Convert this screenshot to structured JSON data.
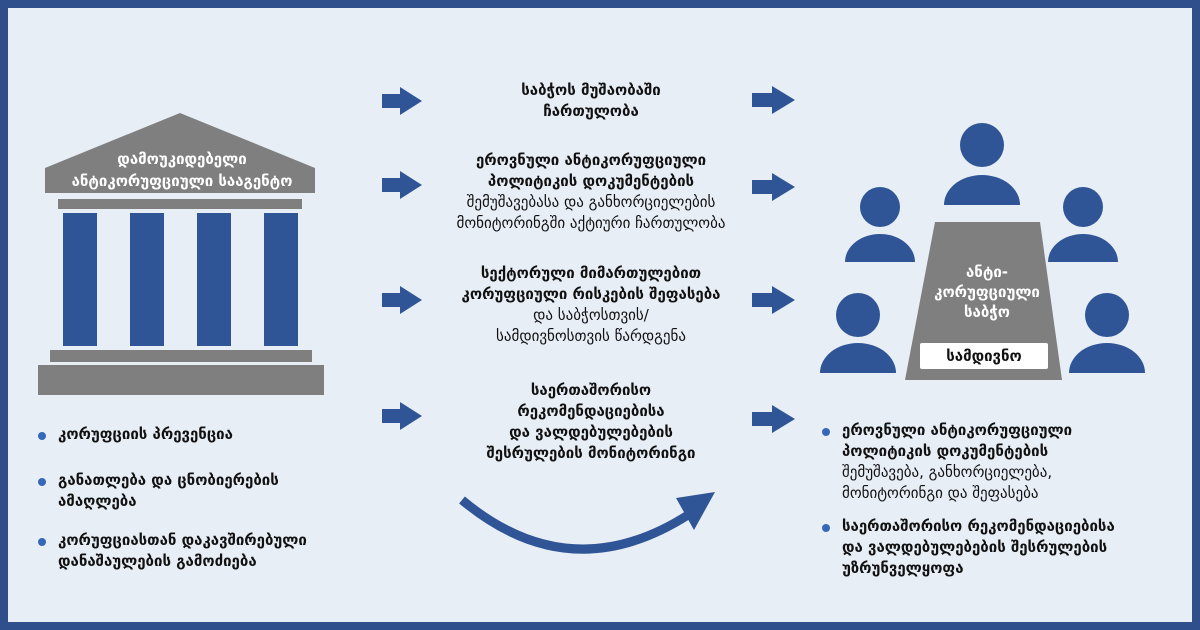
{
  "agency": {
    "label_line1": "დამოუკიდებელი",
    "label_line2": "ანტიკორუფციული სააგენტო",
    "functions": [
      {
        "line1": "კორუფციის პრევენცია",
        "line2": ""
      },
      {
        "line1": "განათლება და ცნობიერების",
        "line2": "ამაღლება"
      },
      {
        "line1": "კორუფციასთან დაკავშირებული",
        "line2": "დანაშაულების გამოძიება"
      }
    ]
  },
  "flows": [
    {
      "bold1": "საბჭოს მუშაობაში",
      "bold2": "ჩართულობა",
      "normal1": "",
      "normal2": ""
    },
    {
      "bold1": "ეროვნული ანტიკორუფციული",
      "bold2": "პოლიტიკის დოკუმენტების",
      "normal1": "შემუშავებასა და განხორციელების",
      "normal2": "მონიტორინგში აქტიური ჩართულობა"
    },
    {
      "bold1": "სექტორული მიმართულებით",
      "bold2": "კორუფციული რისკების შეფასება",
      "normal1": "და საბჭოსთვის/",
      "normal2": "სამდივნოსთვის წარდგენა"
    },
    {
      "bold1": "საერთაშორისო",
      "bold2": "რეკომენდაციებისა",
      "bold3": "და ვალდებულებების",
      "bold4": "შესრულების მონიტორინგი"
    }
  ],
  "council": {
    "title_line1": "ანტი-",
    "title_line2": "კორუფციული",
    "title_line3": "საბჭო",
    "secretariat_label": "სამდივნო",
    "functions": [
      {
        "bold1": "ეროვნული ანტიკორუფციული",
        "bold2": "პოლიტიკის დოკუმენტების",
        "normal1": "შემუშავება, განხორციელება,",
        "normal2": "მონიტორინგი და შეფასება"
      },
      {
        "bold1": "საერთაშორისო რეკომენდაციებისა",
        "bold2": "და ვალდებულებების შესრულების",
        "bold3": "უზრუნველყოფა"
      }
    ]
  },
  "colors": {
    "border": "#2e4f8c",
    "background": "#e8eef6",
    "brand_blue": "#2f5597",
    "arrow_blue": "#2f5597",
    "grey": "#7f7f7f",
    "bullet": "#3569b8"
  }
}
